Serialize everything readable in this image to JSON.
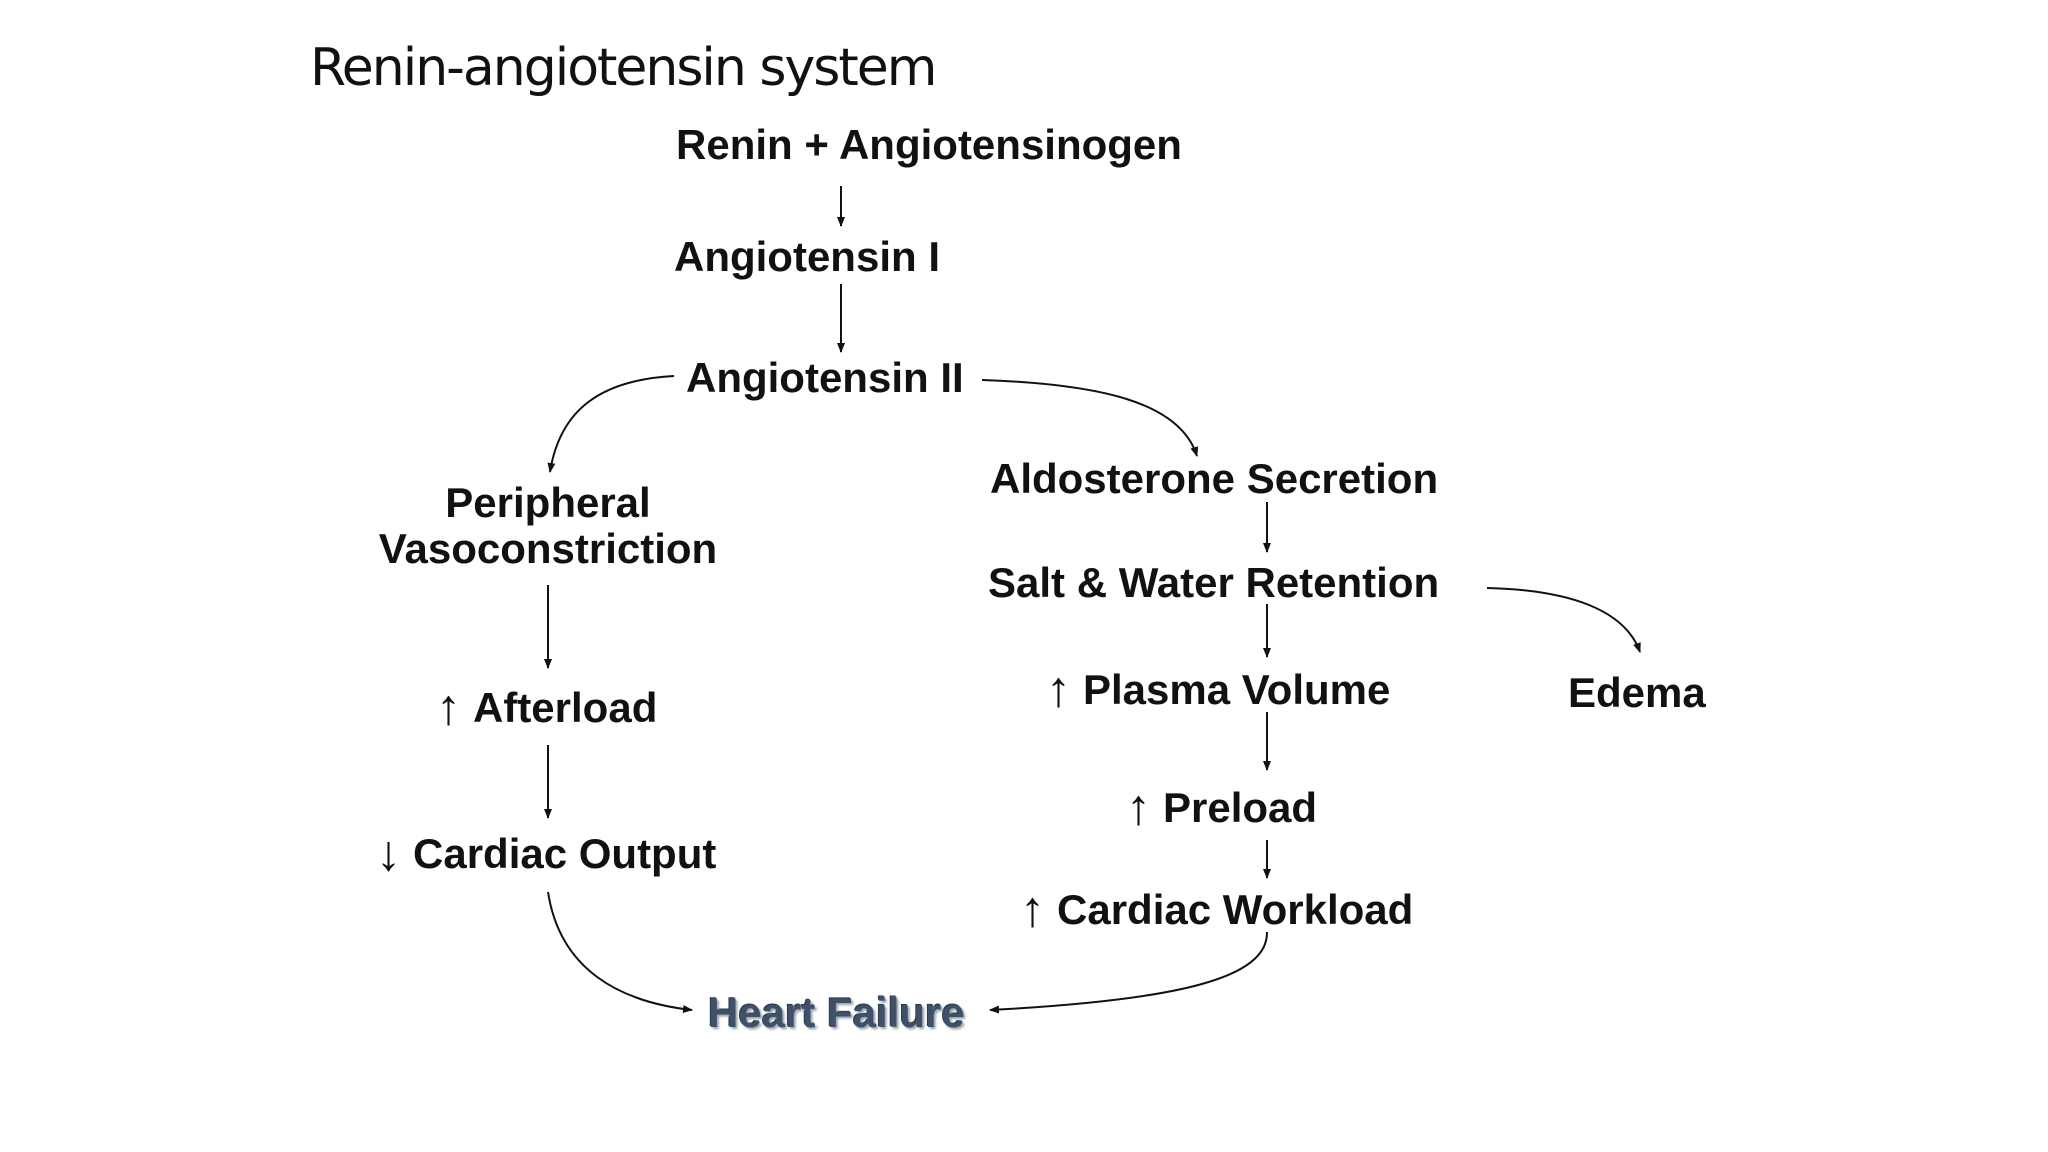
{
  "slide": {
    "title": "Renin-angiotensin system"
  },
  "nodes": {
    "renin": "Renin + Angiotensinogen",
    "angiotensin_1": "Angiotensin I",
    "angiotensin_2": "Angiotensin II",
    "peripheral_line1": "Peripheral",
    "peripheral_line2": "Vasoconstriction",
    "afterload_symbol": "↑",
    "afterload": "Afterload",
    "cardiac_output_symbol": "↓",
    "cardiac_output": "Cardiac Output",
    "aldosterone": "Aldosterone Secretion",
    "salt_water": "Salt & Water Retention",
    "plasma_symbol": "↑",
    "plasma_volume": "Plasma Volume",
    "preload_symbol": "↑",
    "preload": "Preload",
    "workload_symbol": "↑",
    "cardiac_workload": "Cardiac Workload",
    "edema": "Edema",
    "heart_failure": "Heart Failure"
  },
  "colors": {
    "text": "#111111",
    "heart_failure": "#3f5068",
    "background": "#ffffff"
  }
}
